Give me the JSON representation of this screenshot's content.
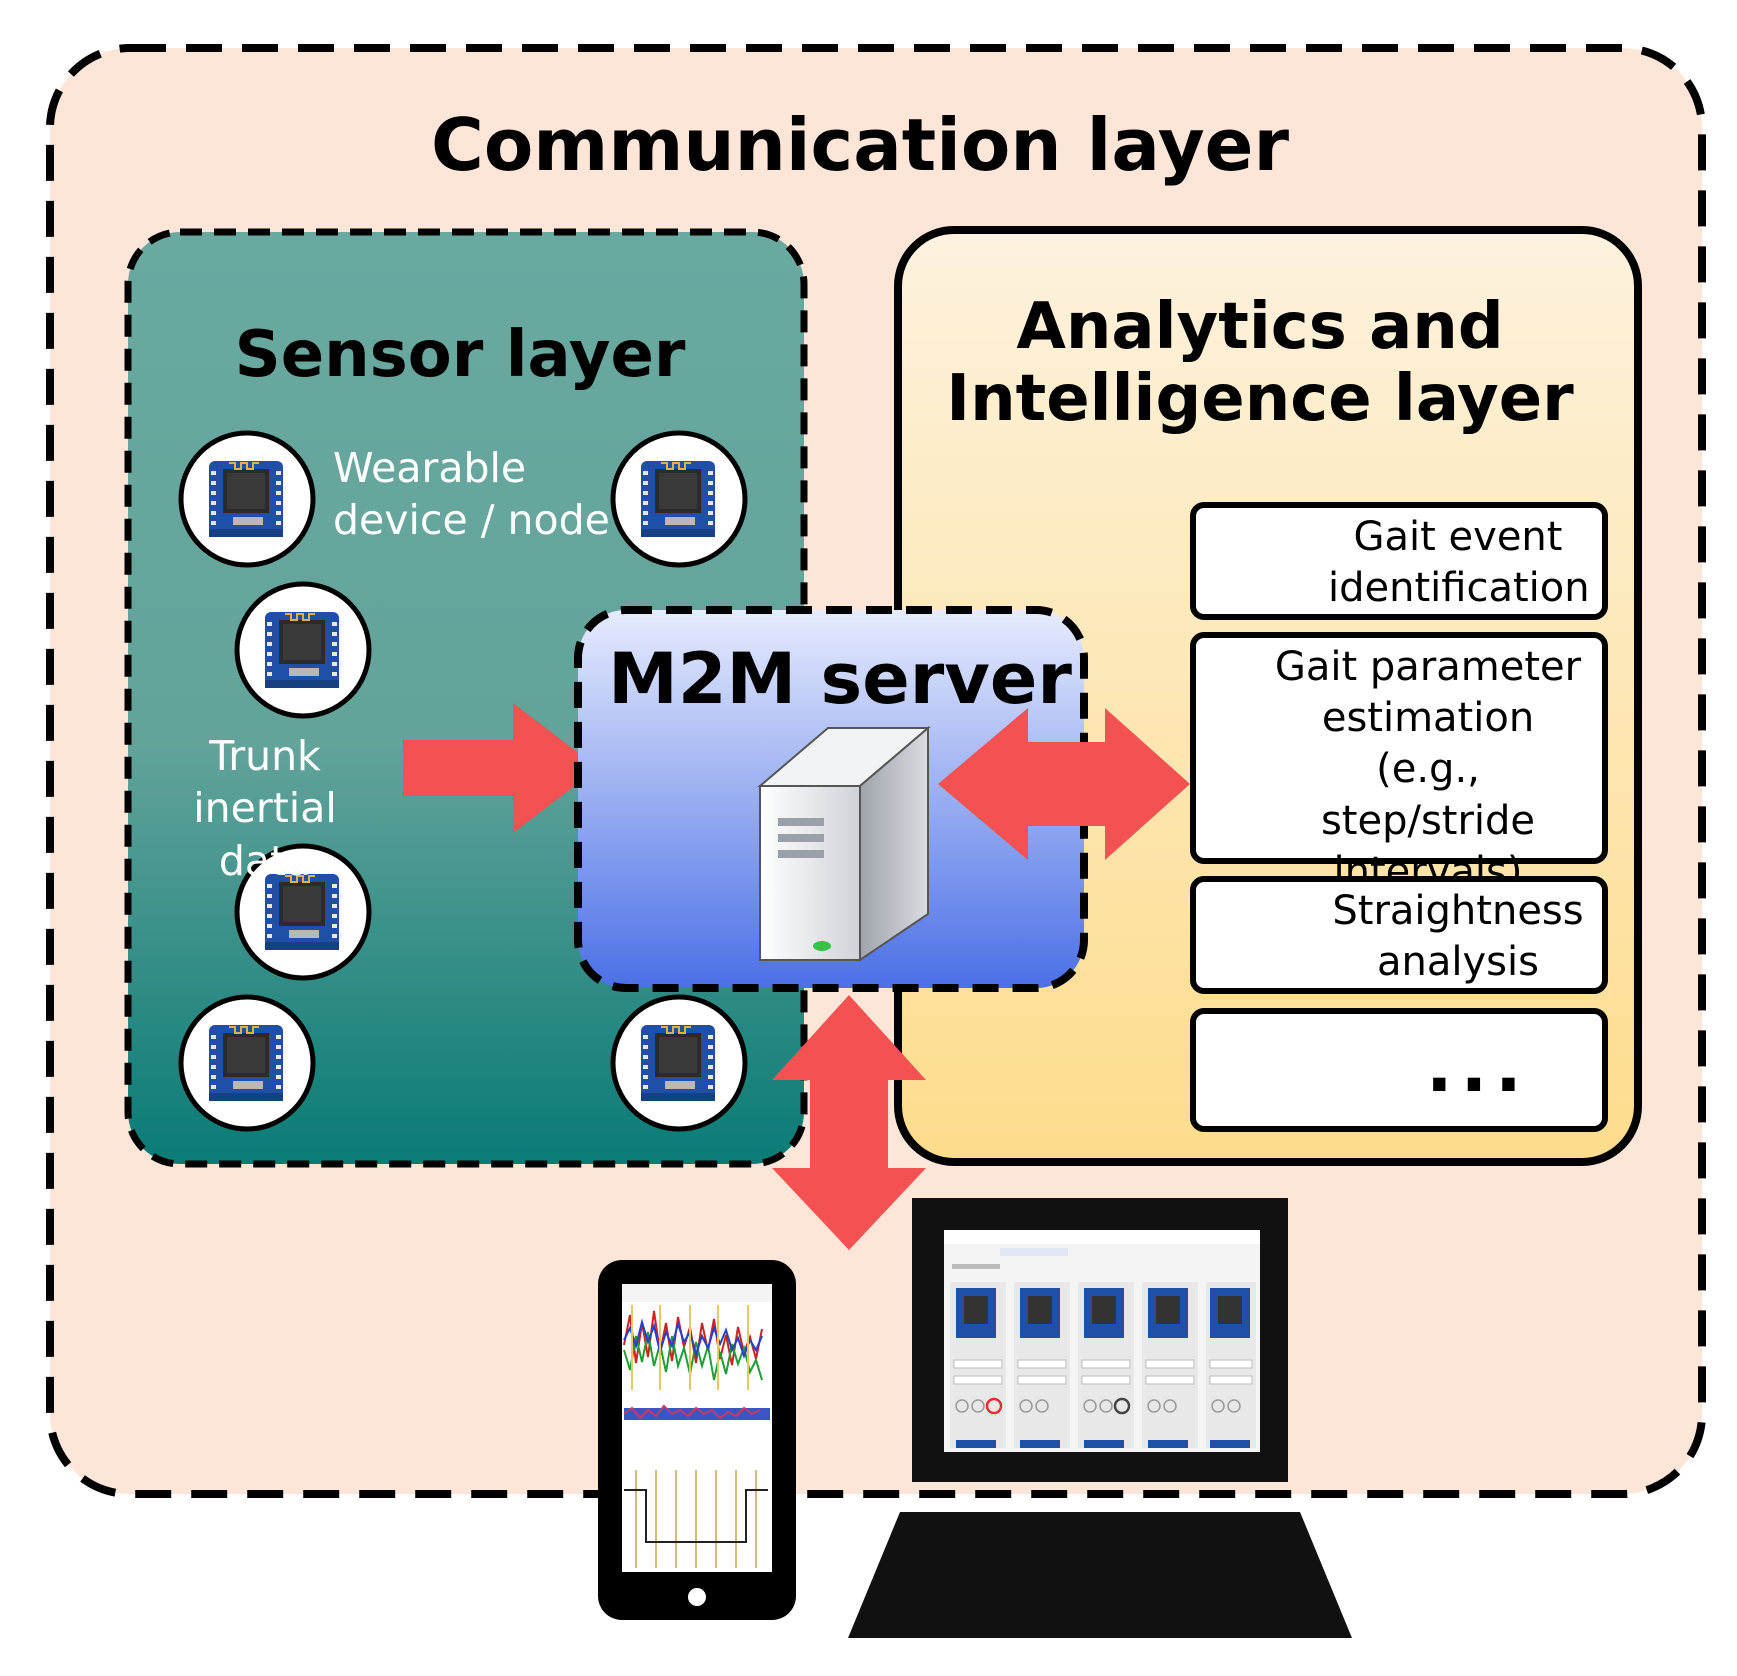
{
  "communication_layer": {
    "title": "Communication layer"
  },
  "sensor_layer": {
    "title": "Sensor layer",
    "node_label": "Wearable\ndevice / node",
    "data_label": "Trunk inertial\ndata"
  },
  "m2m_server": {
    "title": "M2M server"
  },
  "analytics_layer": {
    "title": "Analytics and\nIntelligence layer",
    "modules": [
      {
        "label": "Gait event\nidentification"
      },
      {
        "label": "Gait parameter\nestimation (e.g.,\nstep/stride\nintervals)"
      },
      {
        "label": "Straightness\nanalysis"
      },
      {
        "label": "..."
      }
    ]
  },
  "colors": {
    "communication_bg": "#fde5d8",
    "sensor_bg_top": "#6aa9a0",
    "sensor_bg_bottom": "#0a7b76",
    "analytics_bg_top": "#fdf0d8",
    "analytics_bg_bottom": "#fddc8c",
    "server_bg_top": "#e3e8fd",
    "server_bg_bottom": "#4f74e8",
    "arrow": "#f45252"
  },
  "icons": [
    "wearable-node-icon",
    "server-icon",
    "smartphone-icon",
    "desktop-monitor-icon"
  ]
}
